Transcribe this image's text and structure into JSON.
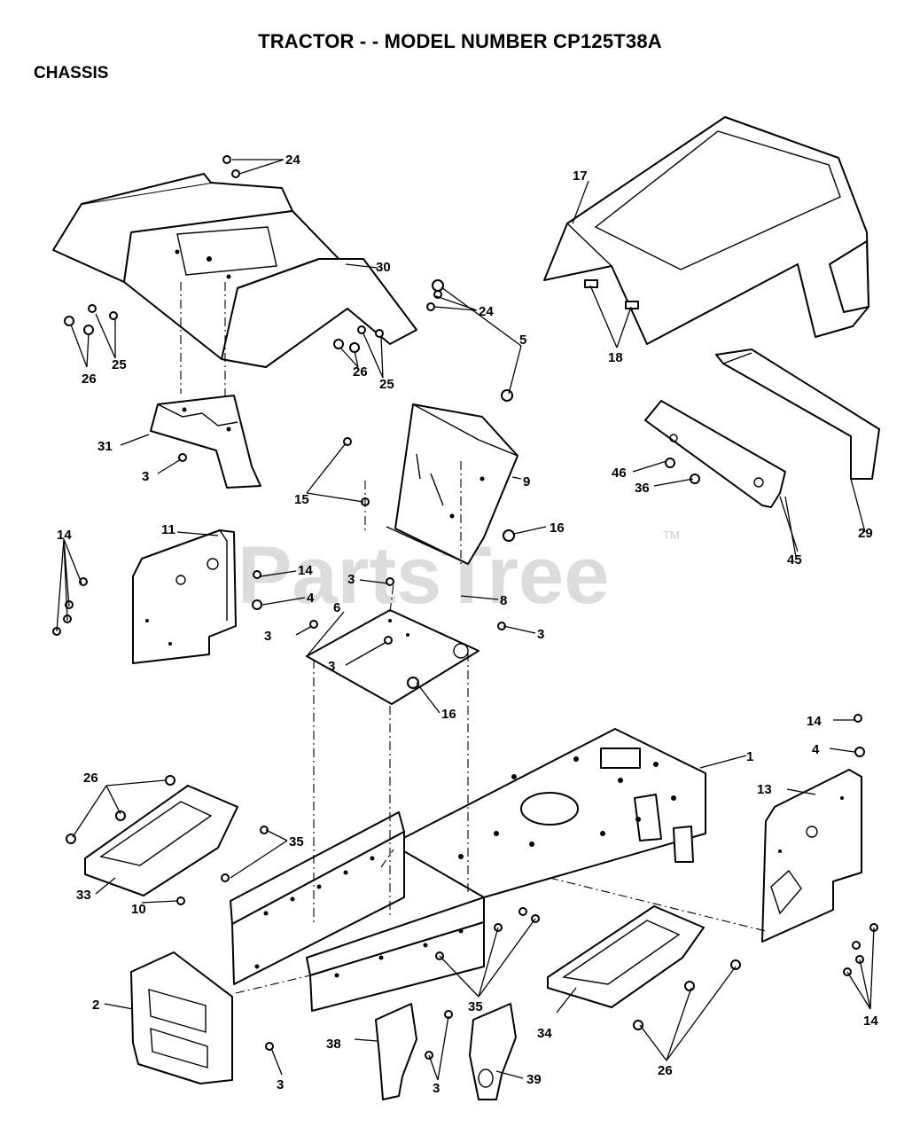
{
  "header": {
    "title": "TRACTOR - - MODEL NUMBER CP125T38A",
    "subtitle": "CHASSIS"
  },
  "watermark": {
    "text": "PartsTree",
    "trademark": "TM",
    "color": "#d6d6d6"
  },
  "callouts": {
    "c24a": "24",
    "c24b": "24",
    "c17": "17",
    "c30": "30",
    "c25a": "25",
    "c25b": "25",
    "c26a": "26",
    "c26b": "26",
    "c18": "18",
    "c5": "5",
    "c31": "31",
    "c3a": "3",
    "c9": "9",
    "c46": "46",
    "c36": "36",
    "c15": "15",
    "c16a": "16",
    "c11": "11",
    "c14a": "14",
    "c14b": "14",
    "c4a": "4",
    "c3b": "3",
    "c8": "8",
    "c29": "29",
    "c45": "45",
    "c6": "6",
    "c3c": "3",
    "c3d": "3",
    "c3e": "3",
    "c16b": "16",
    "c14c": "14",
    "c4b": "4",
    "c1": "1",
    "c26c": "26",
    "c13": "13",
    "c35a": "35",
    "c33": "33",
    "c10": "10",
    "c2": "2",
    "c35b": "35",
    "c34": "34",
    "c14d": "14",
    "c38": "38",
    "c3f": "3",
    "c39": "39",
    "c26d": "26",
    "c3g": "3"
  }
}
